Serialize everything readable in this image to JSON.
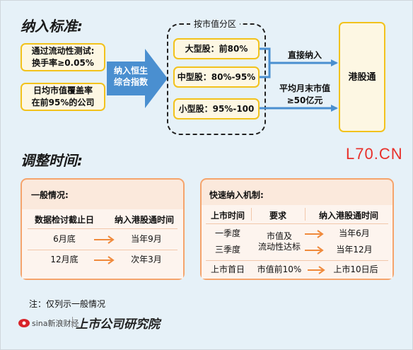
{
  "sections": {
    "standard_title": "纳入标准:",
    "adjust_title": "调整时间:"
  },
  "criteria": {
    "liquidity": [
      "通过流动性测试:",
      "换手率≥0.05%"
    ],
    "coverage": [
      "日均市值覆盖率",
      "在前95%的公司"
    ]
  },
  "index_arrow": [
    "纳入恒生",
    "综合指数"
  ],
  "market_cap": {
    "group_label": "按市值分区",
    "large": "大型股：前80%",
    "mid": "中型股：80%-95%",
    "small": "小型股：95%-100"
  },
  "routes": {
    "direct": "直接纳入",
    "conditional": [
      "平均月末市值",
      "≥50亿元"
    ]
  },
  "target": "港股通",
  "watermark": "L70.CN",
  "general": {
    "title": "一般情况:",
    "headers": [
      "数据检讨截止日",
      "纳入港股通时间"
    ],
    "rows": [
      {
        "from": "6月底",
        "to": "当年9月"
      },
      {
        "from": "12月底",
        "to": "次年3月"
      }
    ]
  },
  "fast": {
    "title": "快速纳入机制:",
    "headers": [
      "上市时间",
      "要求",
      "纳入港股通时间"
    ],
    "rows": [
      {
        "when": "一季度",
        "to": "当年6月"
      },
      {
        "when": "三季度",
        "to": "当年12月"
      },
      {
        "when": "上市首日",
        "req": "市值前10%",
        "to": "上市10日后"
      }
    ],
    "shared_req": [
      "市值及",
      "流动性达标"
    ]
  },
  "note": "注：仅列示一般情况",
  "logos": {
    "sina": "sina新浪财经",
    "research": "上市公司研究院"
  },
  "colors": {
    "background": "#e6f1f8",
    "box_border": "#f2c21c",
    "arrow_blue": "#4a8fd0",
    "panel_border": "#f5a46c",
    "orange_arrow": "#f08a3c",
    "watermark": "#e8302a"
  }
}
